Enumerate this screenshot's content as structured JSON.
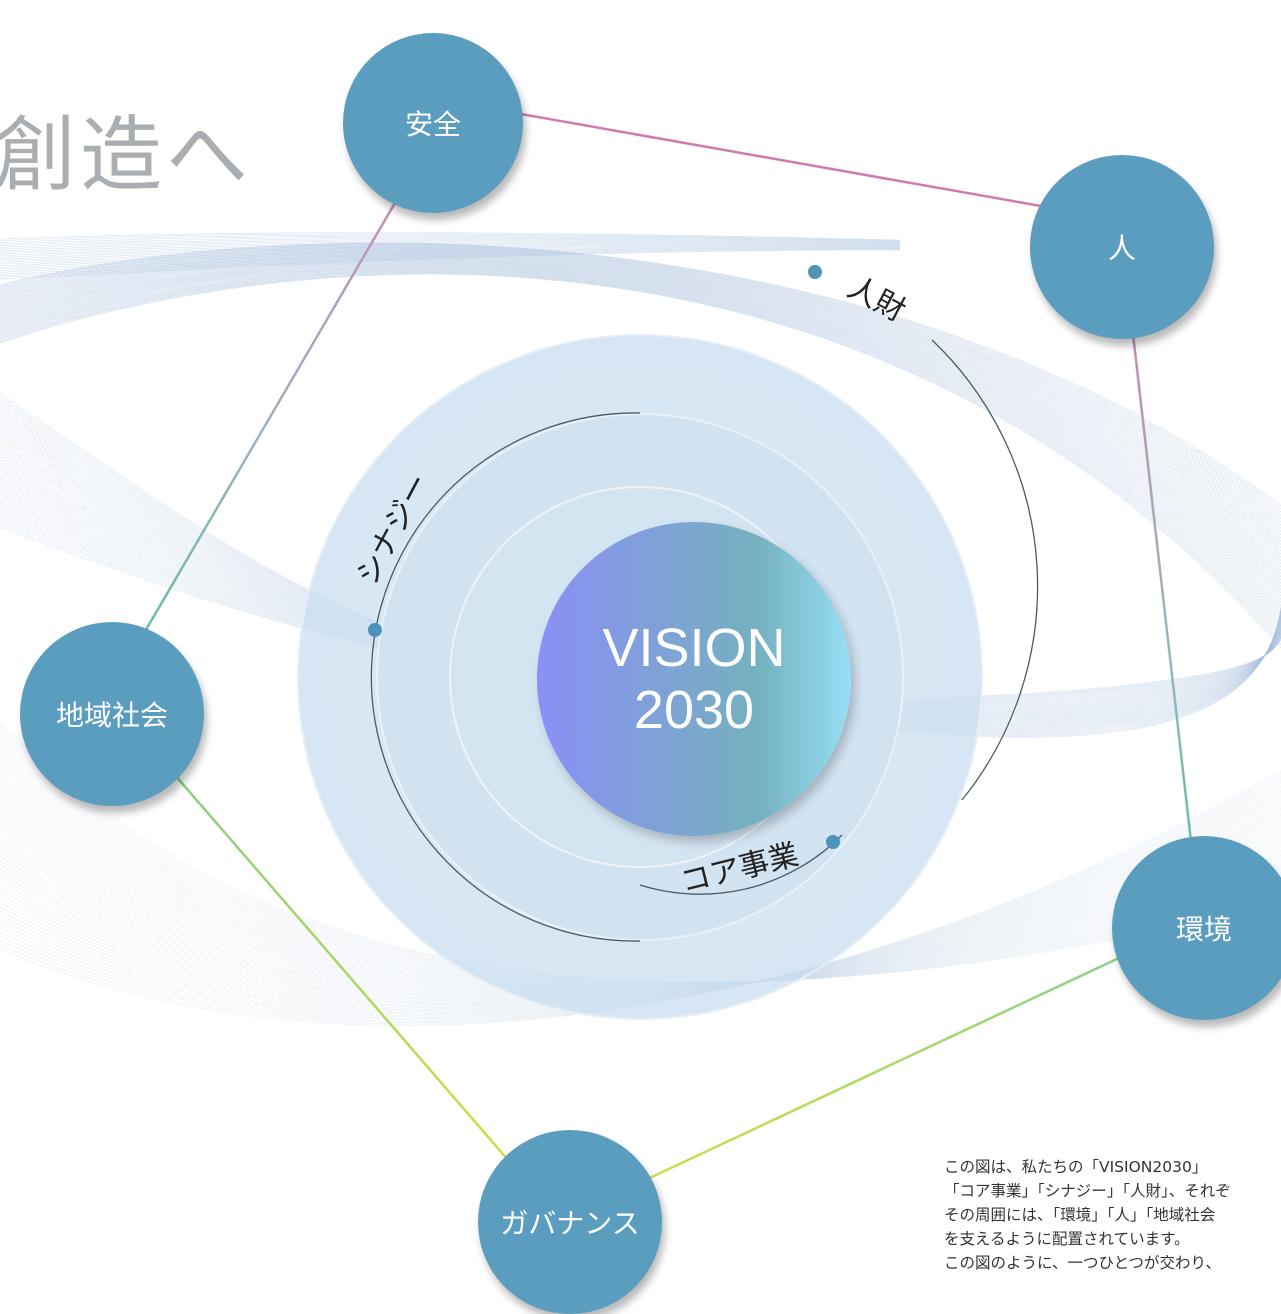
{
  "heading": "創造へ",
  "center": {
    "line1": "VISION",
    "line2": "2030"
  },
  "rings": {
    "outer": "人財",
    "middle": "シナジー",
    "inner": "コア事業"
  },
  "nodes": {
    "safety": "安全",
    "people": "人",
    "community": "地域社会",
    "environment": "環境",
    "governance": "ガバナンス"
  },
  "caption": [
    "この図は、私たちの「VISION2030」",
    "「コア事業」「シナジー」「人財」、それぞ",
    "その周囲には、「環境」「人」「地域社会",
    "を支えるように配置されています。",
    "この図のように、一つひとつが交わり、"
  ],
  "colors": {
    "node": "#5b9dbf",
    "ring": "#d8e8f3",
    "line_pink": "#d07ab0",
    "line_green": "#c8de3a",
    "center_start": "#8a8ff6",
    "center_end": "#98def4"
  }
}
